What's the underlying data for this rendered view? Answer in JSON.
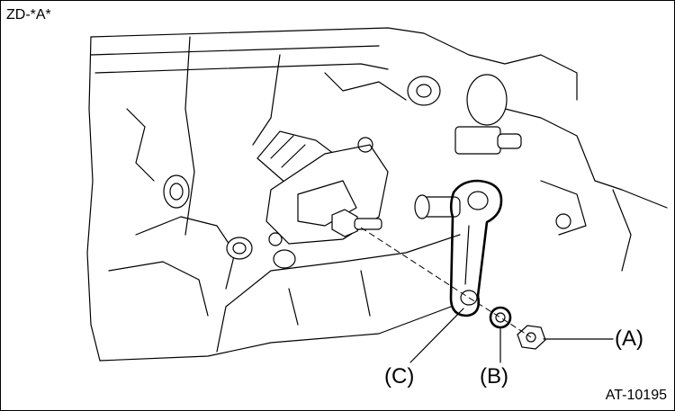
{
  "corner_label": "ZD-*A*",
  "figure_id": "AT-10195",
  "callouts": {
    "a": "(A)",
    "b": "(B)",
    "c": "(C)"
  },
  "colors": {
    "line": "#000000",
    "background": "#ffffff"
  }
}
